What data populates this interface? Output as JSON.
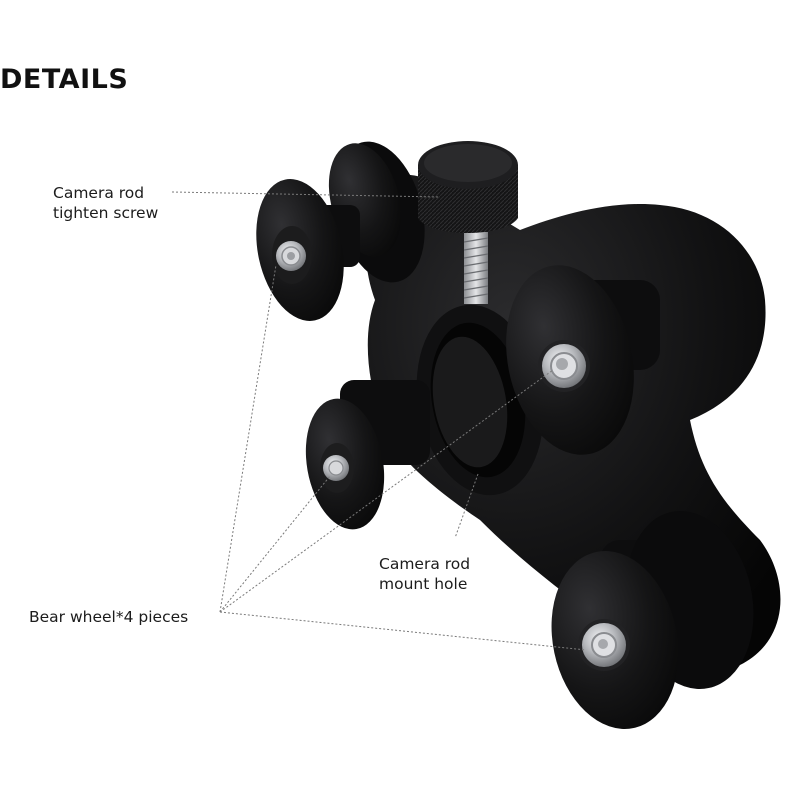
{
  "title": "DETAILS",
  "labels": {
    "screw": {
      "line1": "Camera rod",
      "line2": "tighten screw"
    },
    "hole": {
      "line1": "Camera rod",
      "line2": "mount hole"
    },
    "wheel": {
      "text": "Bear wheel*4 pieces"
    }
  },
  "colors": {
    "body": "#0d0d0e",
    "highlight": "#2a2a2c",
    "steel": "#b9bbbf",
    "leader": "#7a7a7a"
  }
}
